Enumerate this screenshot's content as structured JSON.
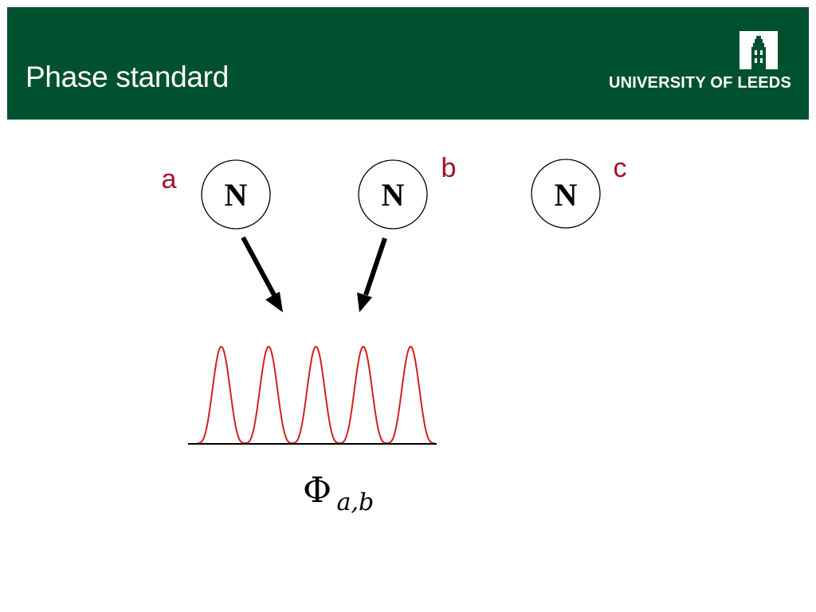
{
  "header": {
    "title": "Phase standard",
    "logo_text": "UNIVERSITY OF LEEDS",
    "logo_icon": "university-tower-icon",
    "background_color": "#005130",
    "text_color": "#ffffff"
  },
  "diagram": {
    "nodes": [
      {
        "label": "N",
        "letter": "a"
      },
      {
        "label": "N",
        "letter": "b"
      },
      {
        "label": "N",
        "letter": "c"
      }
    ],
    "letter_color": "#a0122e",
    "wave_color": "#d42020",
    "wave_peaks": 5,
    "phase_symbol": "Φ",
    "phase_subscript": "a,b"
  }
}
